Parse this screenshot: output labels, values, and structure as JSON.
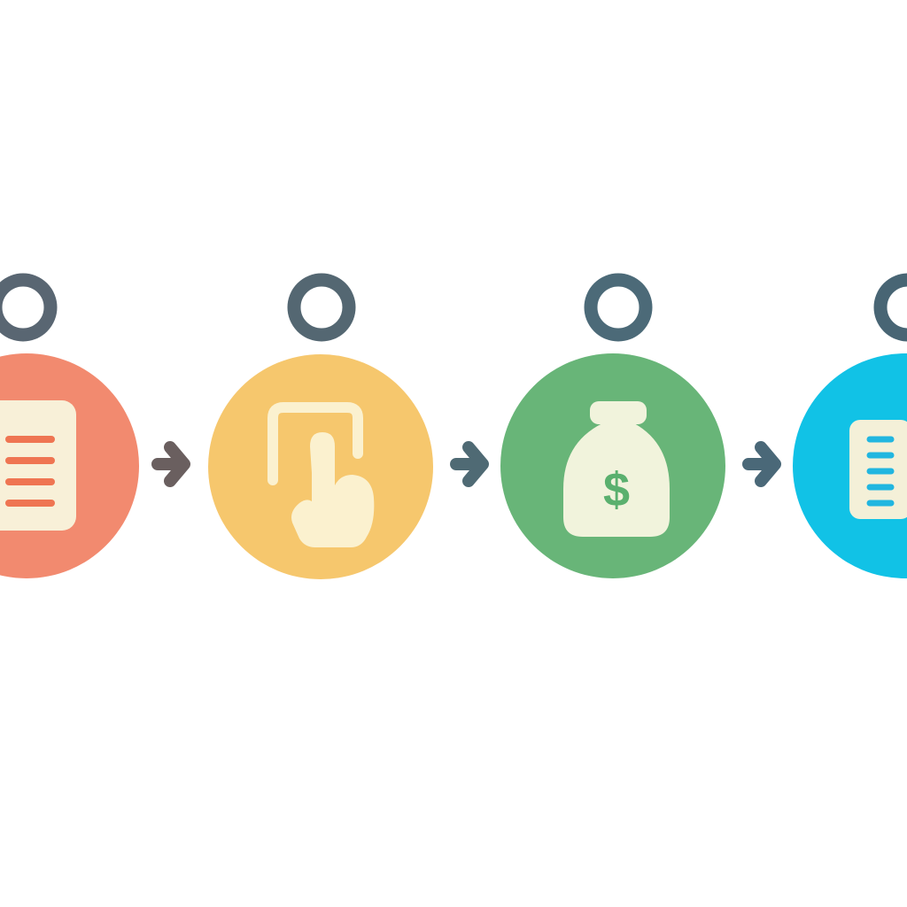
{
  "diagram": {
    "type": "process-flow",
    "background": "#ffffff",
    "steps": [
      {
        "name": "invoice",
        "icon": "document-icon",
        "color": "#f28a6f",
        "icon_color": "#f8f0d8",
        "accent_color": "#ef7552",
        "ring_color": "#596672"
      },
      {
        "name": "tap",
        "icon": "tap-hand-icon",
        "color": "#f6c76d",
        "icon_color": "#fbf1cf",
        "accent_color": "#f6c76d",
        "ring_color": "#546772"
      },
      {
        "name": "payment",
        "icon": "money-bag-icon",
        "color": "#68b578",
        "icon_color": "#f1f3dc",
        "accent_color": "#5ab06e",
        "ring_color": "#4c6a78"
      },
      {
        "name": "receipt",
        "icon": "document-icon",
        "color": "#11c2e6",
        "icon_color": "#f4f0d8",
        "accent_color": "#21b6e0",
        "ring_color": "#486574"
      }
    ],
    "arrows": [
      {
        "name": "arrow-1",
        "icon": "arrow-right-icon",
        "color": "#6a5f5f"
      },
      {
        "name": "arrow-2",
        "icon": "arrow-right-icon",
        "color": "#4f6a74"
      },
      {
        "name": "arrow-3",
        "icon": "arrow-right-icon",
        "color": "#4a6878"
      }
    ]
  }
}
